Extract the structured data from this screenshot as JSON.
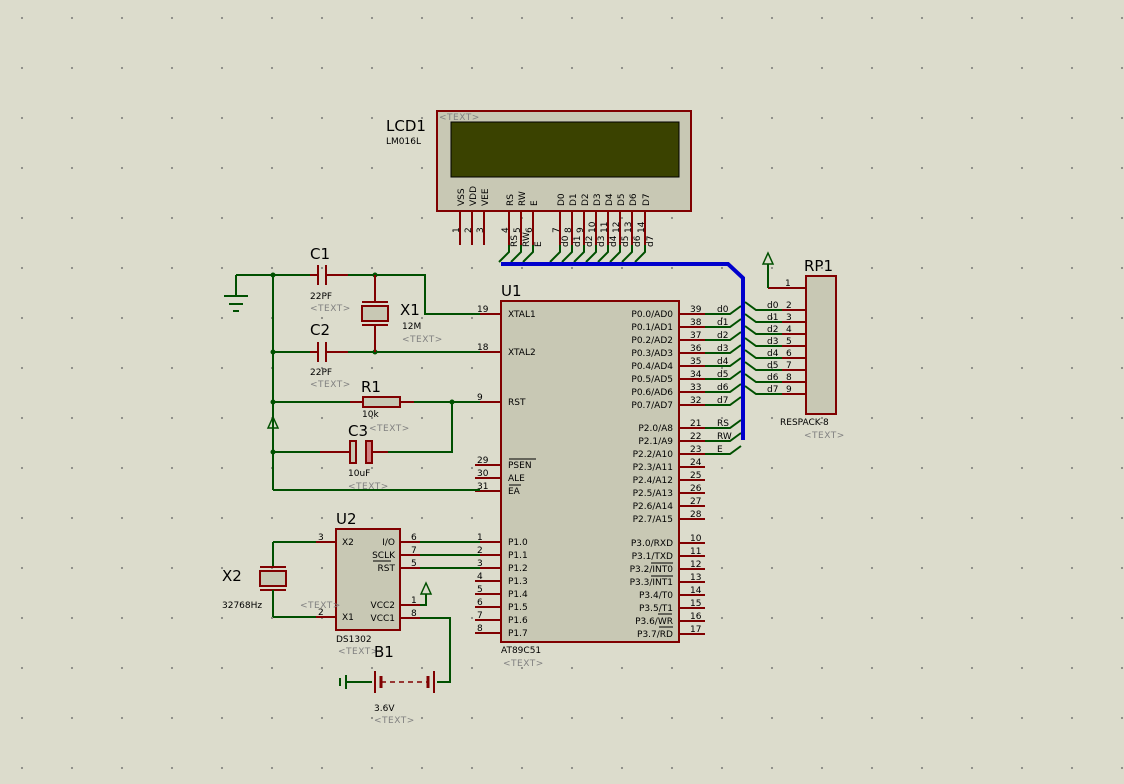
{
  "placeholder_text": "<TEXT>",
  "lcd": {
    "ref": "LCD1",
    "model": "LM016L",
    "screen_color": "#3a4200",
    "pins": [
      {
        "label": "VSS",
        "num": "1"
      },
      {
        "label": "VDD",
        "num": "2"
      },
      {
        "label": "VEE",
        "num": "3"
      },
      {
        "label": "RS",
        "num": "4",
        "net": "RS"
      },
      {
        "label": "RW",
        "num": "5",
        "net": "RW"
      },
      {
        "label": "E",
        "num": "6",
        "net": "E"
      },
      {
        "label": "D0",
        "num": "7",
        "net": "d0"
      },
      {
        "label": "D1",
        "num": "8",
        "net": "d1"
      },
      {
        "label": "D2",
        "num": "9",
        "net": "d2"
      },
      {
        "label": "D3",
        "num": "10",
        "net": "d3"
      },
      {
        "label": "D4",
        "num": "11",
        "net": "d4"
      },
      {
        "label": "D5",
        "num": "12",
        "net": "d5"
      },
      {
        "label": "D6",
        "num": "13",
        "net": "d6"
      },
      {
        "label": "D7",
        "num": "14",
        "net": "d7"
      }
    ]
  },
  "mcu": {
    "ref": "U1",
    "model": "AT89C51",
    "left_pins": [
      {
        "num": "19",
        "label": "XTAL1"
      },
      {
        "num": "18",
        "label": "XTAL2"
      },
      {
        "num": "9",
        "label": "RST"
      },
      {
        "num": "29",
        "label": "PSEN"
      },
      {
        "num": "30",
        "label": "ALE"
      },
      {
        "num": "31",
        "label": "EA"
      },
      {
        "num": "1",
        "label": "P1.0"
      },
      {
        "num": "2",
        "label": "P1.1"
      },
      {
        "num": "3",
        "label": "P1.2"
      },
      {
        "num": "4",
        "label": "P1.3"
      },
      {
        "num": "5",
        "label": "P1.4"
      },
      {
        "num": "6",
        "label": "P1.5"
      },
      {
        "num": "7",
        "label": "P1.6"
      },
      {
        "num": "8",
        "label": "P1.7"
      }
    ],
    "right_pins": [
      {
        "num": "39",
        "label": "P0.0/AD0",
        "net": "d0"
      },
      {
        "num": "38",
        "label": "P0.1/AD1",
        "net": "d1"
      },
      {
        "num": "37",
        "label": "P0.2/AD2",
        "net": "d2"
      },
      {
        "num": "36",
        "label": "P0.3/AD3",
        "net": "d3"
      },
      {
        "num": "35",
        "label": "P0.4/AD4",
        "net": "d4"
      },
      {
        "num": "34",
        "label": "P0.5/AD5",
        "net": "d5"
      },
      {
        "num": "33",
        "label": "P0.6/AD6",
        "net": "d6"
      },
      {
        "num": "32",
        "label": "P0.7/AD7",
        "net": "d7"
      },
      {
        "num": "21",
        "label": "P2.0/A8",
        "net": "RS"
      },
      {
        "num": "22",
        "label": "P2.1/A9",
        "net": "RW"
      },
      {
        "num": "23",
        "label": "P2.2/A10",
        "net": "E"
      },
      {
        "num": "24",
        "label": "P2.3/A11"
      },
      {
        "num": "25",
        "label": "P2.4/A12"
      },
      {
        "num": "26",
        "label": "P2.5/A13"
      },
      {
        "num": "27",
        "label": "P2.6/A14"
      },
      {
        "num": "28",
        "label": "P2.7/A15"
      },
      {
        "num": "10",
        "label": "P3.0/RXD"
      },
      {
        "num": "11",
        "label": "P3.1/TXD"
      },
      {
        "num": "12",
        "label": "P3.2/INT0"
      },
      {
        "num": "13",
        "label": "P3.3/INT1"
      },
      {
        "num": "14",
        "label": "P3.4/T0"
      },
      {
        "num": "15",
        "label": "P3.5/T1"
      },
      {
        "num": "16",
        "label": "P3.6/WR"
      },
      {
        "num": "17",
        "label": "P3.7/RD"
      }
    ]
  },
  "rtc": {
    "ref": "U2",
    "model": "DS1302",
    "pins_left": [
      {
        "label": "X2",
        "num": "3"
      },
      {
        "label": "X1",
        "num": "2"
      }
    ],
    "pins_right": [
      {
        "label": "I/O",
        "num": "6"
      },
      {
        "label": "SCLK",
        "num": "7"
      },
      {
        "label": "RST",
        "num": "5"
      },
      {
        "label": "VCC2",
        "num": "1"
      },
      {
        "label": "VCC1",
        "num": "8"
      }
    ]
  },
  "respack": {
    "ref": "RP1",
    "model": "RESPACK-8",
    "pin1": "1",
    "pins": [
      {
        "net": "d0",
        "num": "2"
      },
      {
        "net": "d1",
        "num": "3"
      },
      {
        "net": "d2",
        "num": "4"
      },
      {
        "net": "d3",
        "num": "5"
      },
      {
        "net": "d4",
        "num": "6"
      },
      {
        "net": "d5",
        "num": "7"
      },
      {
        "net": "d6",
        "num": "8"
      },
      {
        "net": "d7",
        "num": "9"
      }
    ]
  },
  "c1": {
    "ref": "C1",
    "value": "22PF"
  },
  "c2": {
    "ref": "C2",
    "value": "22PF"
  },
  "c3": {
    "ref": "C3",
    "value": "10uF"
  },
  "r1": {
    "ref": "R1",
    "value": "10k"
  },
  "x1": {
    "ref": "X1",
    "value": "12M"
  },
  "x2": {
    "ref": "X2",
    "value": "32768Hz"
  },
  "b1": {
    "ref": "B1",
    "value": "3.6V"
  },
  "colors": {
    "wire": "#005000",
    "component": "#800000",
    "bus": "#0000cc",
    "body": "#c8c8b4",
    "background": "#dcdccc"
  }
}
